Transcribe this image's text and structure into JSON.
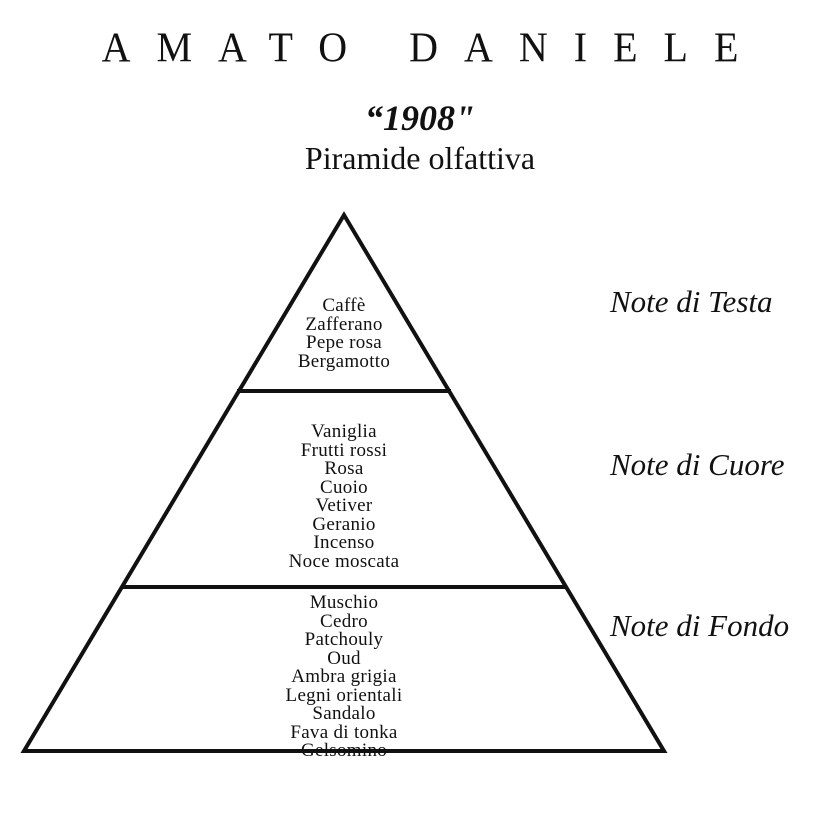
{
  "brand": "AMATO DANIELE",
  "product": "“1908\"",
  "subtitle": "Piramide olfattiva",
  "tiers": {
    "top": {
      "label": "Note di Testa",
      "notes": [
        "Caffè",
        "Zafferano",
        "Pepe rosa",
        "Bergamotto"
      ]
    },
    "heart": {
      "label": "Note di Cuore",
      "notes": [
        "Vaniglia",
        "Frutti rossi",
        "Rosa",
        "Cuoio",
        "Vetiver",
        "Geranio",
        "Incenso",
        "Noce moscata"
      ]
    },
    "base": {
      "label": "Note di Fondo",
      "notes": [
        "Muschio",
        "Cedro",
        "Patchouly",
        "Oud",
        "Ambra grigia",
        "Legni orientali",
        "Sandalo",
        "Fava di tonka",
        "Gelsomino"
      ]
    }
  },
  "colors": {
    "ink": "#111111",
    "background": "#ffffff"
  }
}
